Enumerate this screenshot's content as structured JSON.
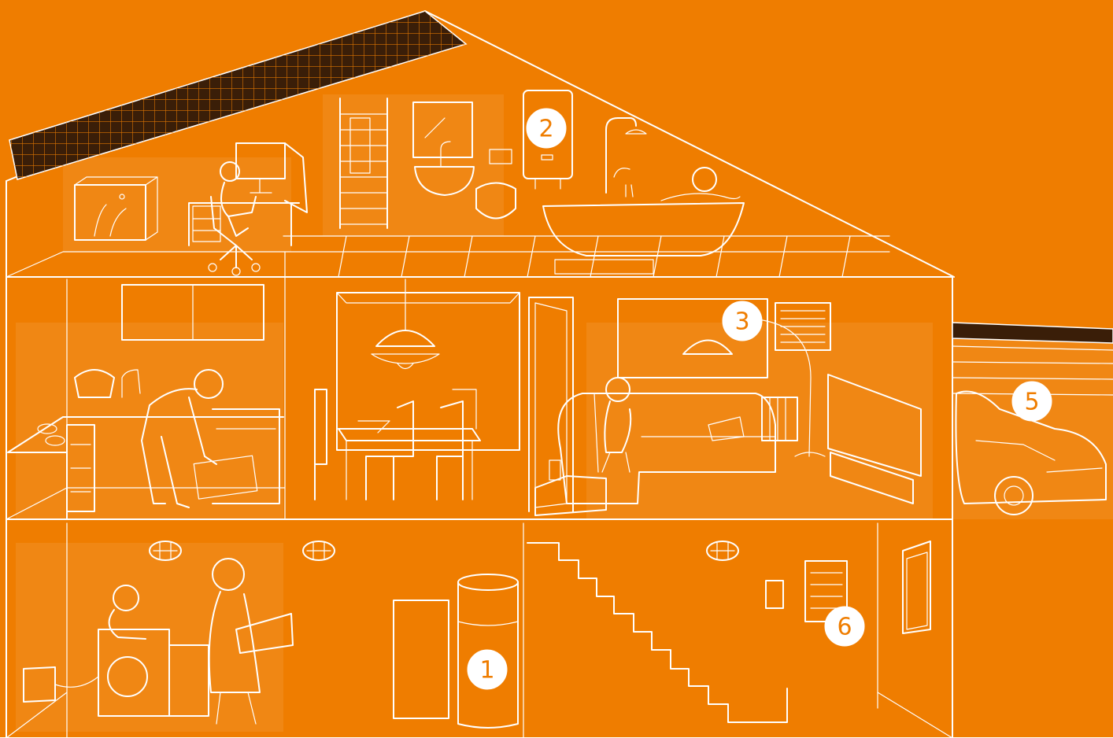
{
  "colors": {
    "background": "#EF7D00",
    "line": "#ffffff",
    "solar_panel": "#3a1e08",
    "marker_text": "#EF7D00"
  },
  "markers": [
    {
      "id": "marker-1",
      "label": "1"
    },
    {
      "id": "marker-2",
      "label": "2"
    },
    {
      "id": "marker-3",
      "label": "3"
    },
    {
      "id": "marker-5",
      "label": "5"
    },
    {
      "id": "marker-6",
      "label": "6"
    }
  ]
}
